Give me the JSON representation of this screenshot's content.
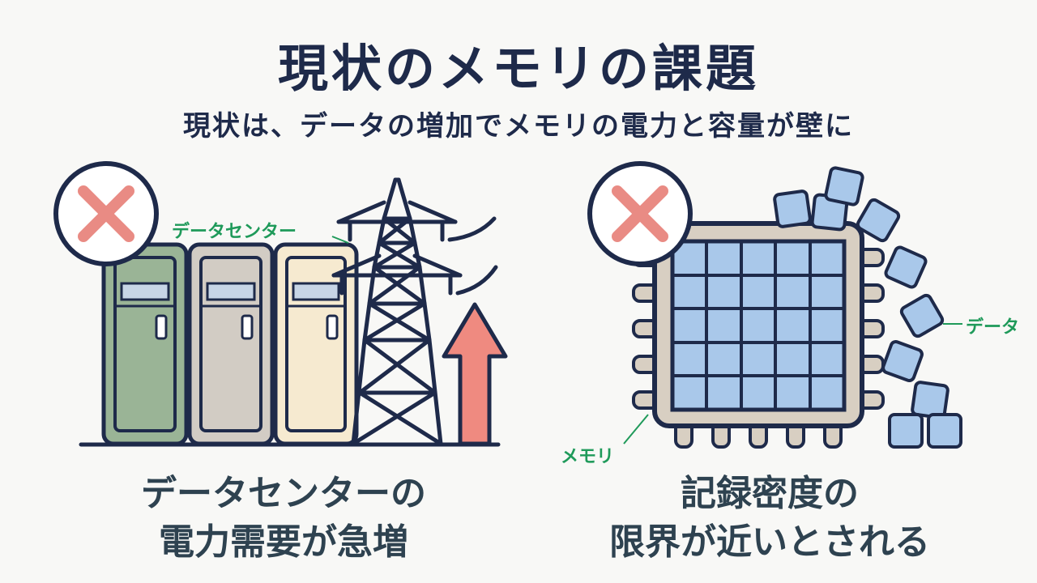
{
  "title": "現状のメモリの課題",
  "subtitle": "現状は、データの増加でメモリの電力と容量が壁に",
  "left_panel": {
    "label": "データセンター",
    "caption_line1": "データセンターの",
    "caption_line2": "電力需要が急増",
    "status_icon": "cross-mark-icon",
    "colors": {
      "cross": "#e98b84",
      "arrow": "#ef8a80",
      "rack1": "#9ab496",
      "rack2": "#d2ccc4",
      "rack3": "#f6ead0"
    }
  },
  "right_panel": {
    "label_data": "データ",
    "label_memory": "メモリ",
    "caption_line1": "記録密度の",
    "caption_line2": "限界が近いとされる",
    "status_icon": "cross-mark-icon",
    "colors": {
      "chip": "#d8cfc2",
      "cell": "#a9c8ea",
      "pin": "#d8cfc2"
    }
  }
}
